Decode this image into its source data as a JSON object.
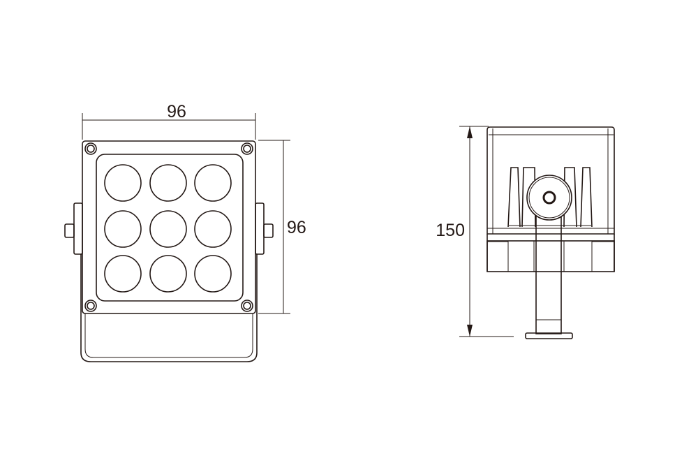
{
  "front_view": {
    "width_label": "96",
    "height_label": "96",
    "lens_rows": 3,
    "lens_cols": 3
  },
  "side_view": {
    "height_label": "150"
  },
  "colors": {
    "line": "#231815",
    "background": "#ffffff"
  }
}
